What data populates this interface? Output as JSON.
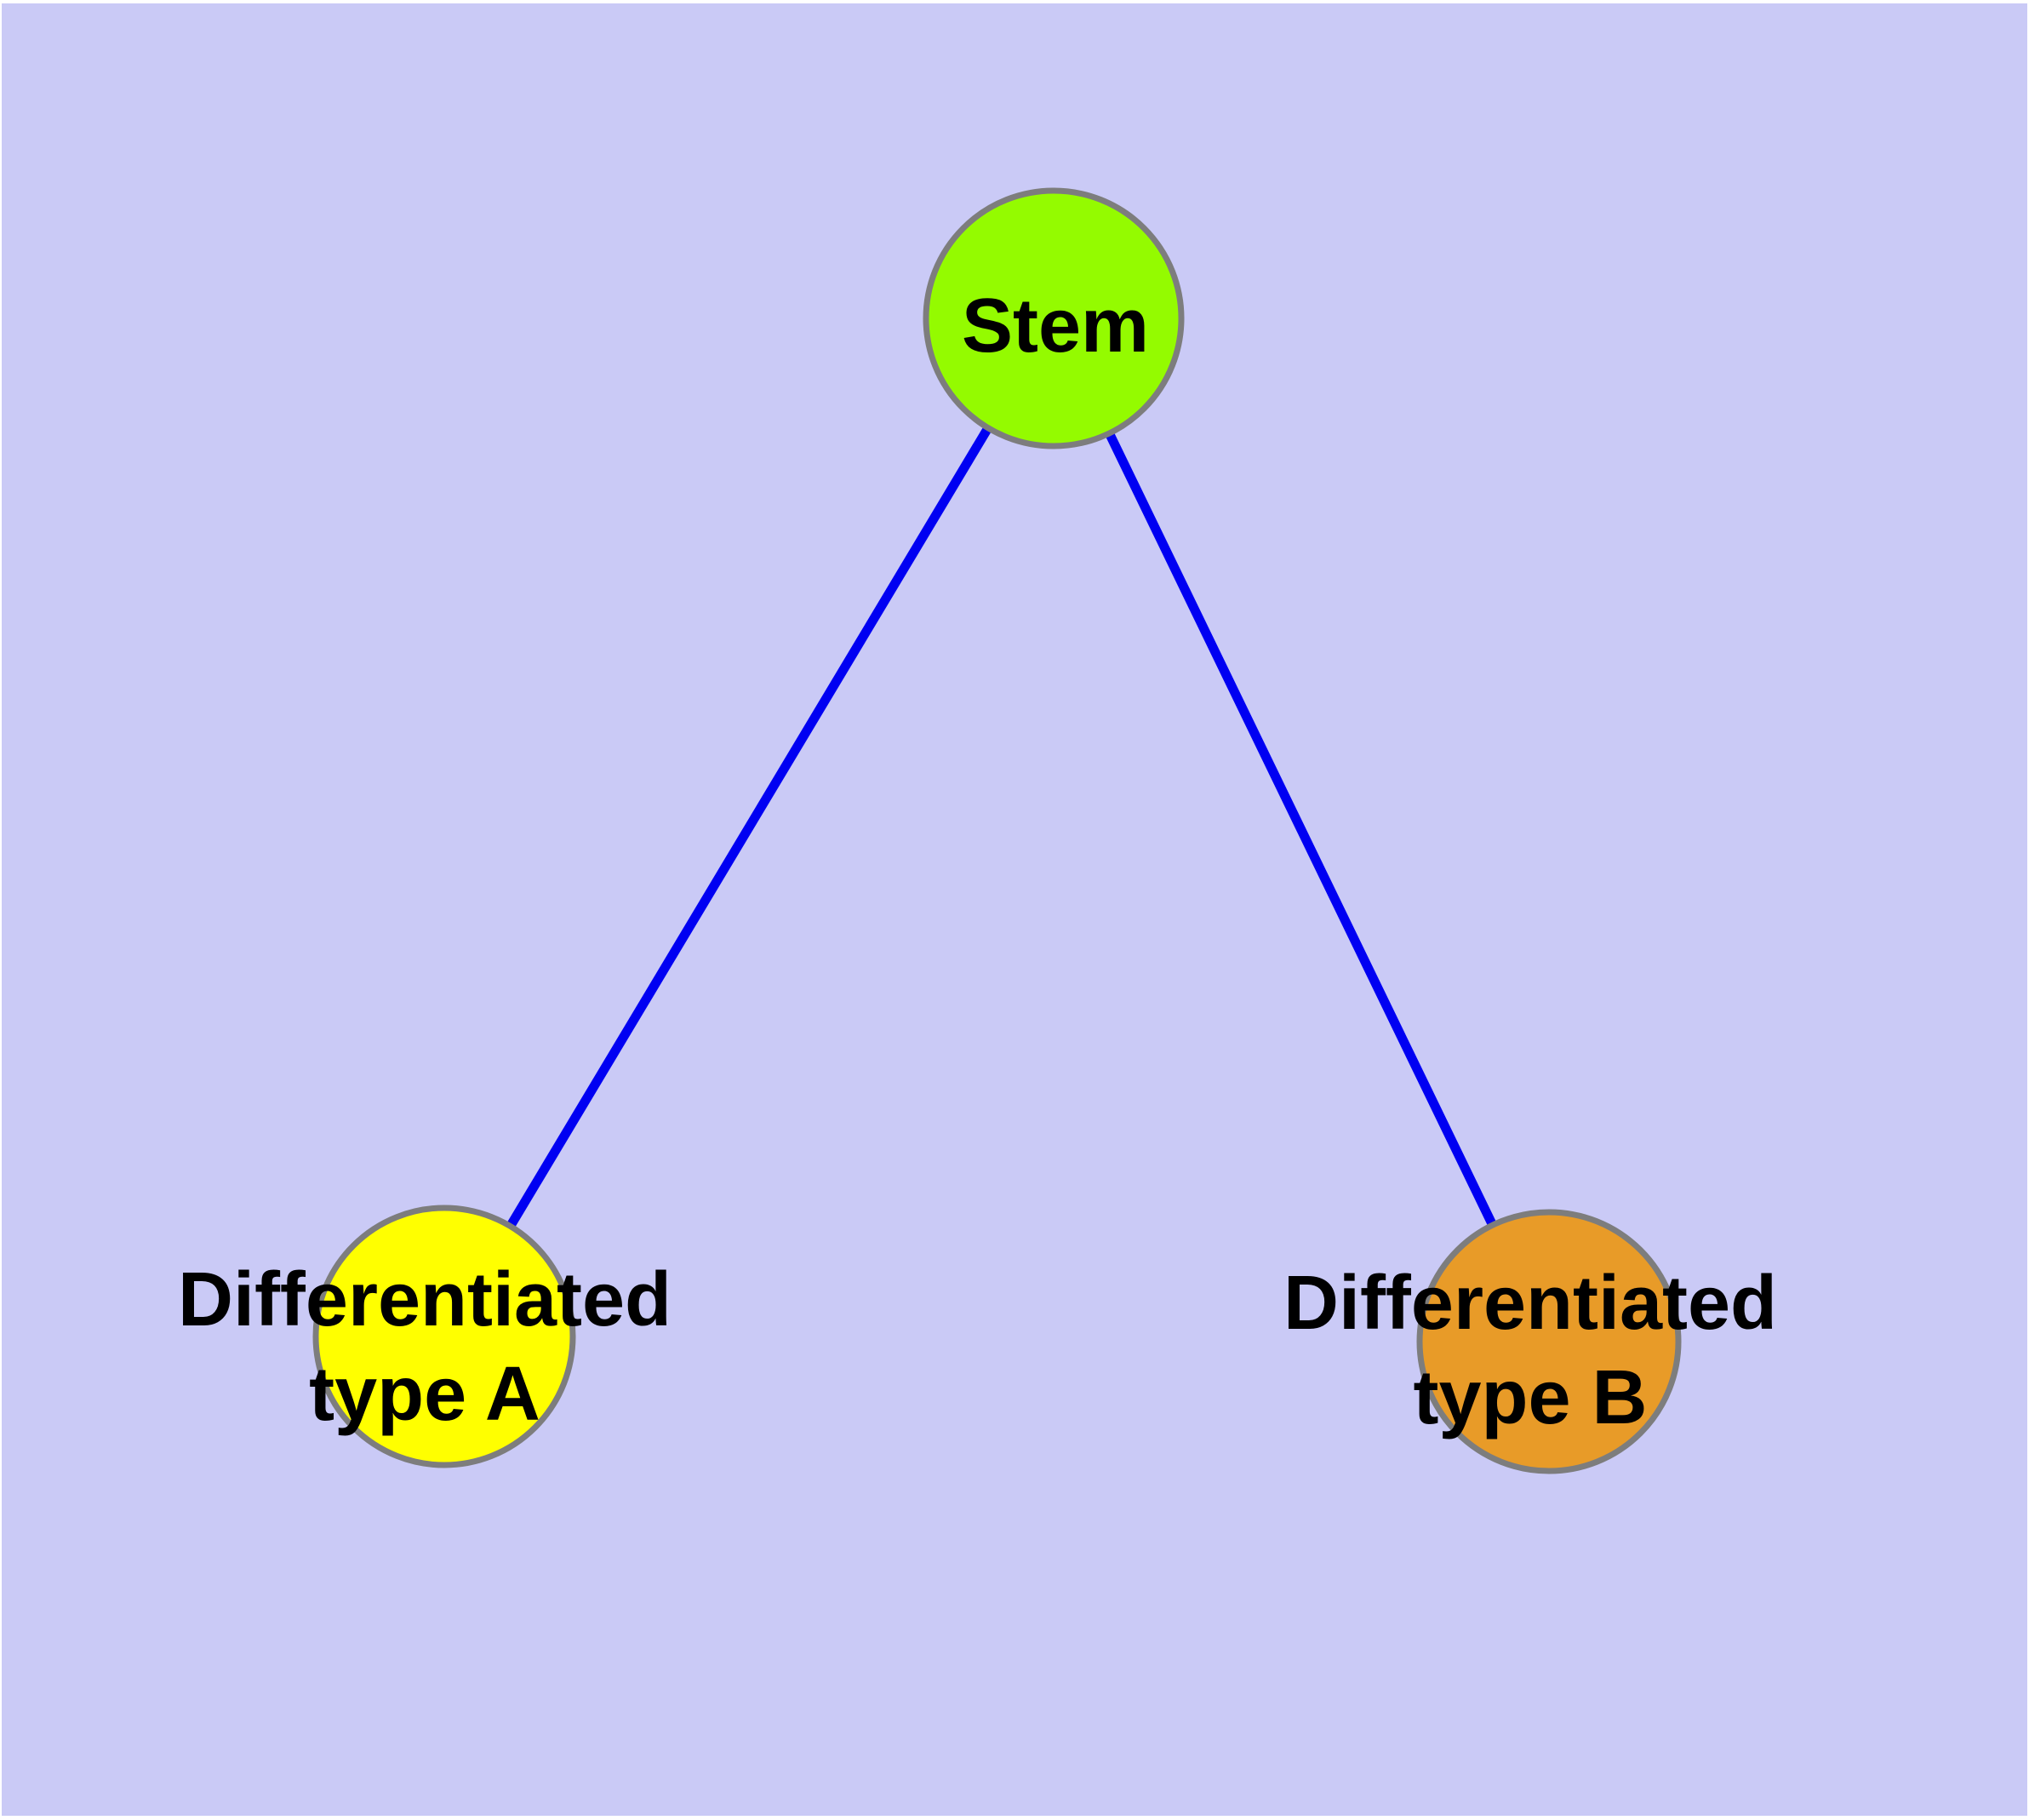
{
  "diagram": {
    "kind": "node-link-graph",
    "background_color": "#CACAF6",
    "margin_color": "#FFFFFF",
    "edge_color": "#0000F2",
    "node_border_color": "#7D7D7D",
    "label_color": "#000000",
    "nodes": [
      {
        "id": "stem",
        "label": "Stem",
        "color": "#94FB00"
      },
      {
        "id": "differentiated-type-a",
        "label_line1": "Differentiated",
        "label_line2": "type A",
        "color": "#FFFF00"
      },
      {
        "id": "differentiated-type-b",
        "label_line1": "Differentiated",
        "label_line2": "type B",
        "color": "#E89B28"
      }
    ],
    "edges": [
      {
        "from": "Stem",
        "to": "Differentiated type A"
      },
      {
        "from": "Stem",
        "to": "Differentiated type B"
      }
    ]
  }
}
